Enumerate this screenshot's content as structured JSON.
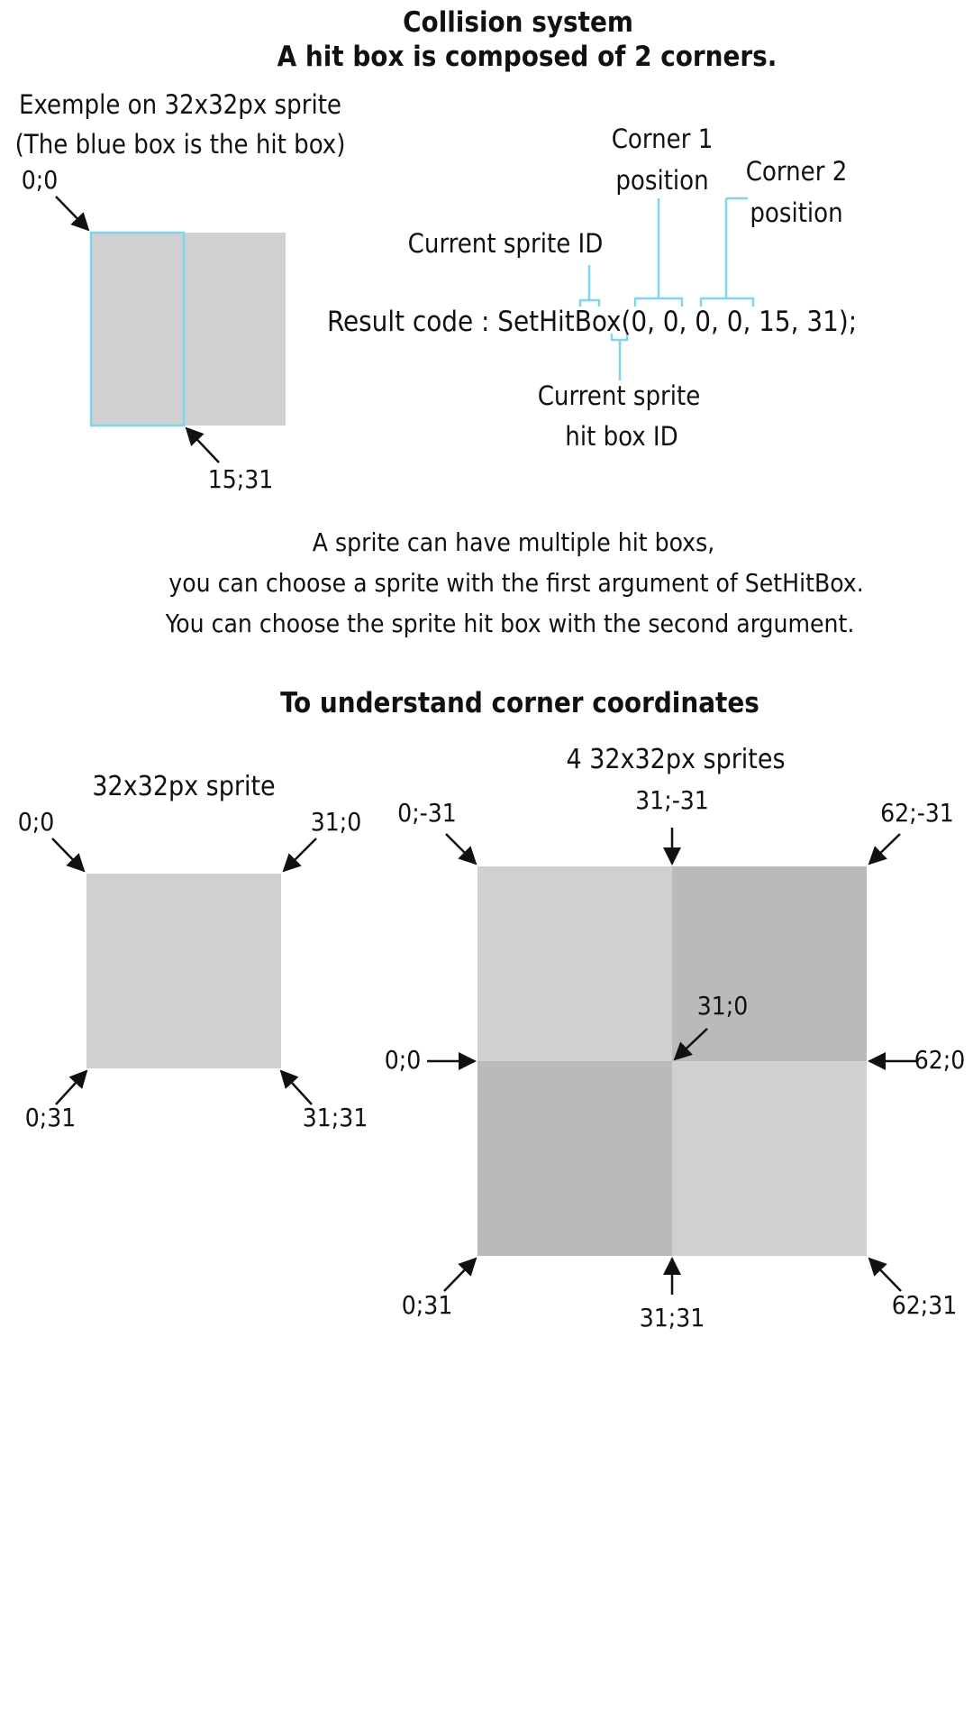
{
  "title": {
    "line1": "Collision system",
    "line2": "A hit box is composed of 2 corners."
  },
  "example": {
    "caption1": "Exemple on 32x32px sprite",
    "caption2": "(The blue box is the hit box)",
    "corner_top_left": "0;0",
    "corner_bottom_right": "15;31"
  },
  "code_annotation": {
    "corner1_line1": "Corner 1",
    "corner1_line2": "position",
    "corner2_line1": "Corner 2",
    "corner2_line2": "position",
    "sprite_id_label": "Current sprite ID",
    "hitbox_id_line1": "Current sprite",
    "hitbox_id_line2": "hit box ID",
    "result_code": "Result code : SetHitBox(0, 0, 0, 0,  15, 31);"
  },
  "paragraph": {
    "line1": "A sprite can have multiple hit boxs,",
    "line2": "you can choose a sprite with the first argument of SetHitBox.",
    "line3": "You can choose the sprite hit box with the second argument."
  },
  "coordinates_section": {
    "heading": "To understand corner coordinates",
    "single": {
      "caption": "32x32px sprite",
      "top_left": "0;0",
      "top_right": "31;0",
      "bottom_left": "0;31",
      "bottom_right": "31;31"
    },
    "grid": {
      "caption": "4 32x32px sprites",
      "top_left": "0;-31",
      "top_mid": "31;-31",
      "top_right": "62;-31",
      "mid_left": "0;0",
      "center": "31;0",
      "mid_right": "62;0",
      "bottom_left": "0;31",
      "bottom_mid": "31;31",
      "bottom_right": "62;31"
    }
  },
  "colors": {
    "sprite_light": "#d0d0d0",
    "sprite_dark": "#bababa",
    "hitbox_blue": "#7fd6ea",
    "arrow": "#111111"
  }
}
